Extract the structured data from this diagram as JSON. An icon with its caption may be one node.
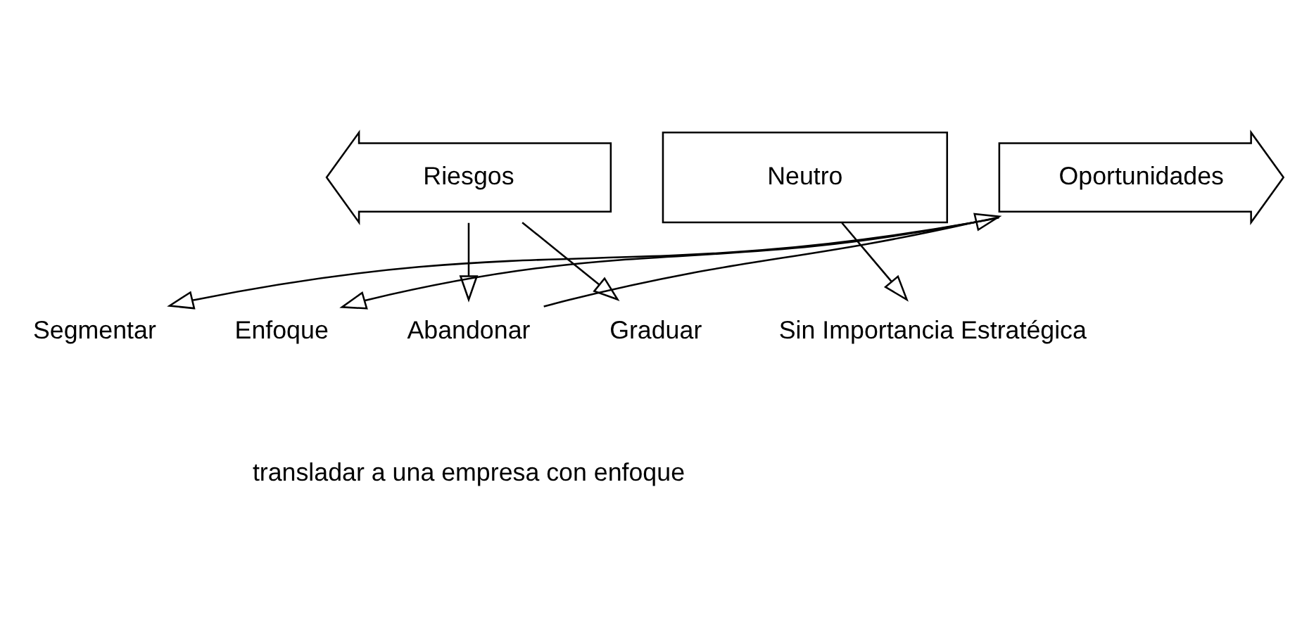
{
  "diagram": {
    "nodes": [
      {
        "text": [
          "Riesgos"
        ]
      },
      {
        "text": [
          "Neutro"
        ]
      },
      {
        "text": [
          "Oportunidades"
        ]
      },
      {
        "text": [
          "Abandonar"
        ]
      },
      {
        "text": [
          "Graduar"
        ]
      },
      {
        "text": [
          "Sin Importancia Estratégica"
        ]
      },
      {
        "text": [
          "Segmentar"
        ]
      },
      {
        "text": [
          "Enfoque"
        ]
      }
    ],
    "edges": [
      {
        "from": 0,
        "to": 3,
        "arrow": "to"
      },
      {
        "from": 0,
        "to": 4,
        "arrow": "to"
      },
      {
        "from": 1,
        "to": 5,
        "arrow": "to"
      },
      {
        "from": 2,
        "to": 6,
        "arrow": "to"
      },
      {
        "from": 2,
        "to": 7,
        "arrow": "to"
      },
      {
        "from": 3,
        "to": 2,
        "arrow": "to"
      }
    ],
    "labels": [
      "transladar a una empresa con enfoque"
    ]
  }
}
